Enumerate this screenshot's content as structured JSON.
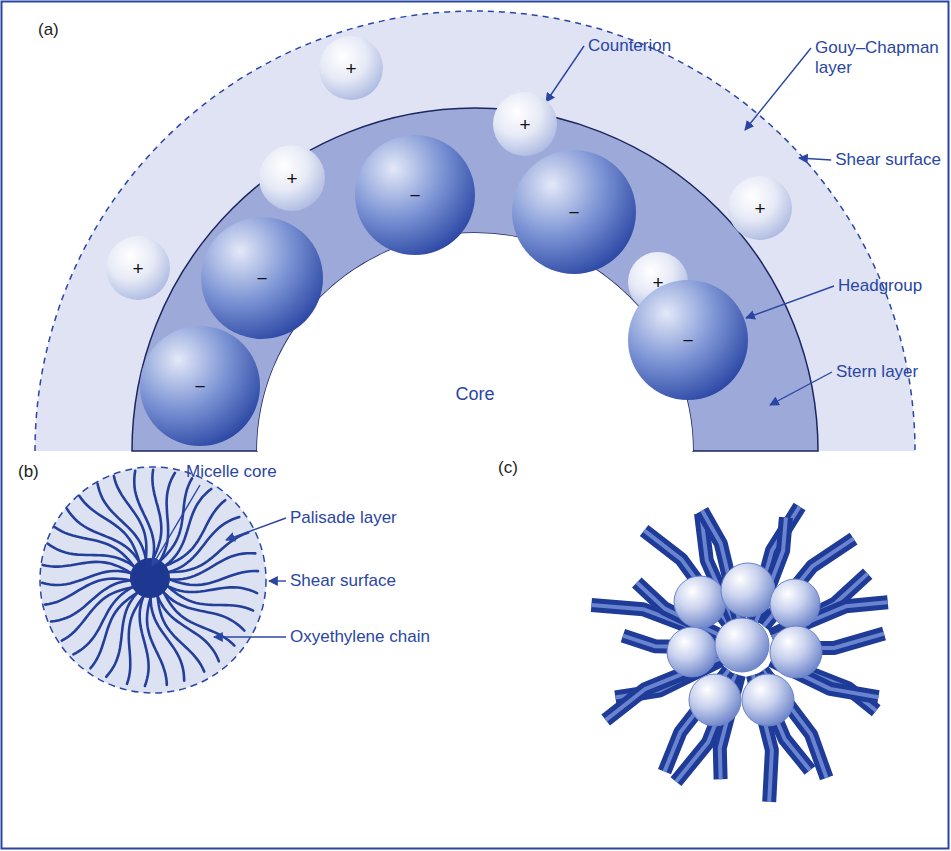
{
  "diagram": {
    "nodes": [
      {
        "text": [
          "+"
        ]
      },
      {
        "text": [
          "+"
        ]
      },
      {
        "text": [
          "+"
        ]
      },
      {
        "text": [
          "−"
        ]
      },
      {
        "text": [
          "−"
        ]
      },
      {
        "text": [
          "+"
        ]
      },
      {
        "text": [
          "+"
        ]
      },
      {
        "text": [
          "−"
        ]
      },
      {
        "text": [
          "+"
        ]
      },
      {
        "text": [
          "−"
        ]
      },
      {
        "text": [
          "−"
        ]
      },
      {
        "text": [
          "Core"
        ]
      }
    ],
    "labels": [
      "(a)",
      "Counterion",
      "Gouy–Chapman layer",
      "Shear surface",
      "Headgroup",
      "Stern layer",
      "(b)",
      "Micelle core",
      "Palisade layer",
      "Shear surface",
      "Oxyethylene chain",
      "(c)"
    ]
  }
}
